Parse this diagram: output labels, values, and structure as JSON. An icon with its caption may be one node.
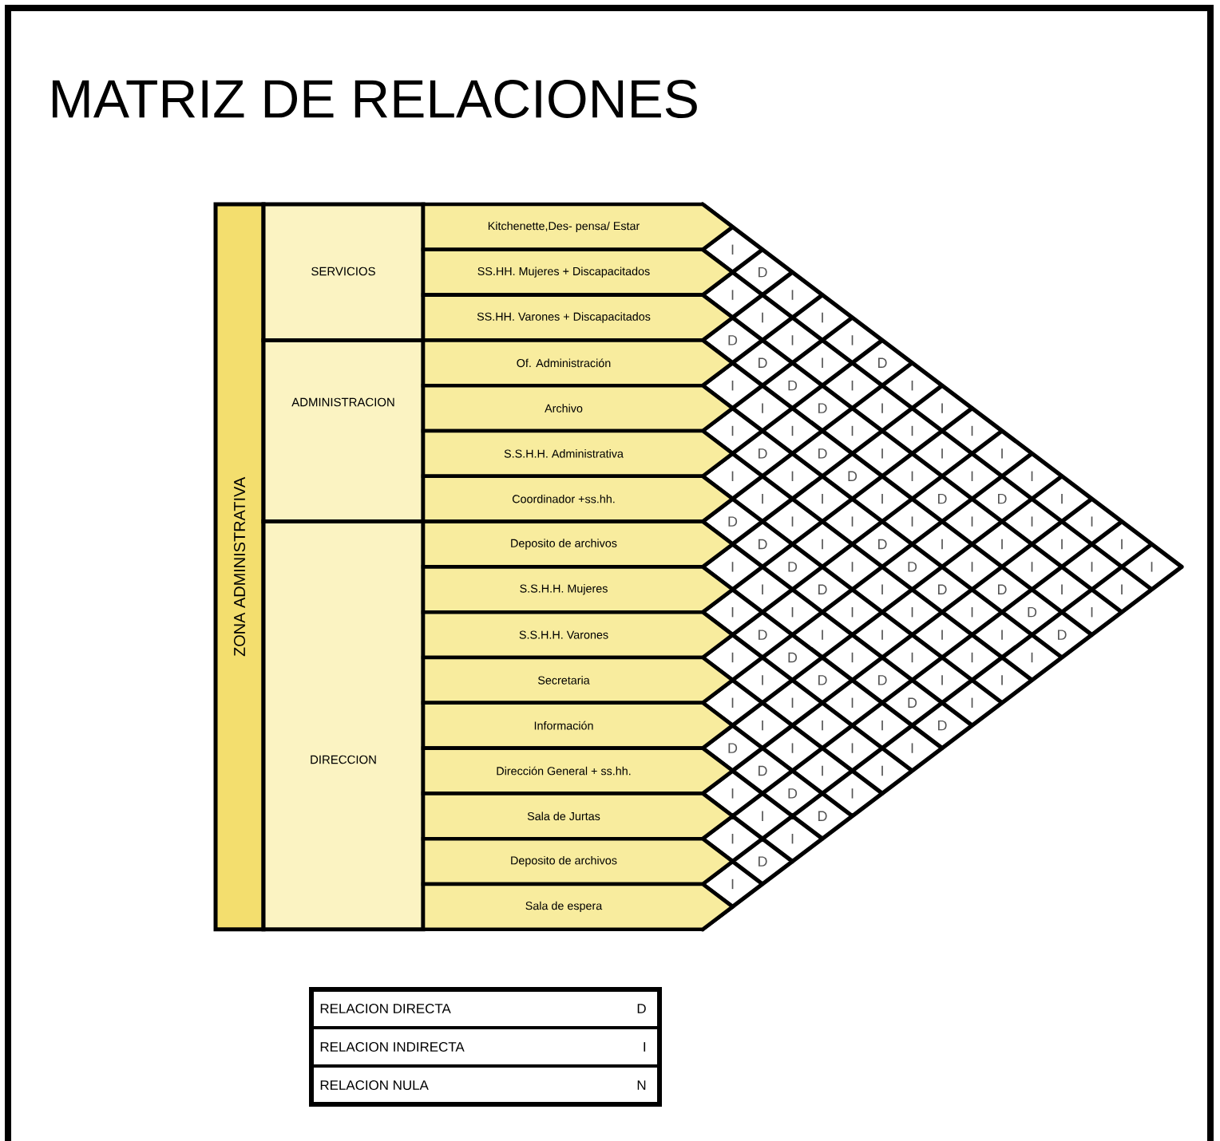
{
  "diagram": {
    "title": "MATRIZ DE RELACIONES",
    "nodes": [
      {
        "text": [
          "ZONA ADMINISTRATIVA"
        ]
      },
      {
        "text": [
          "SERVICIOS"
        ]
      },
      {
        "text": [
          "ADMINISTRACION"
        ]
      },
      {
        "text": [
          "DIRECCION"
        ]
      },
      {
        "text": [
          "Kitchenette,Des- pensa/ Estar"
        ]
      },
      {
        "text": [
          "SS.HH. Mujeres + Discapacitados"
        ]
      },
      {
        "text": [
          "SS.HH. Varones + Discapacitados"
        ]
      },
      {
        "text": [
          "Of. Administración"
        ]
      },
      {
        "text": [
          "Archivo"
        ]
      },
      {
        "text": [
          "S.S.H.H. Administrativa"
        ]
      },
      {
        "text": [
          "Coordinador +ss.hh."
        ]
      },
      {
        "text": [
          "Deposito de archivos"
        ]
      },
      {
        "text": [
          "S.S.H.H. Mujeres"
        ]
      },
      {
        "text": [
          "S.S.H.H. Varones"
        ]
      },
      {
        "text": [
          "Secretaria"
        ]
      },
      {
        "text": [
          "Información"
        ]
      },
      {
        "text": [
          "Dirección General + ss.hh."
        ]
      },
      {
        "text": [
          "Sala de Jurtas"
        ]
      },
      {
        "text": [
          "Deposito de archivos"
        ]
      },
      {
        "text": [
          "Sala de espera"
        ]
      }
    ],
    "labels": [
      "I",
      "D",
      "I",
      "I",
      "I",
      "I",
      "D",
      "I",
      "I",
      "D",
      "I",
      "D",
      "I",
      "D",
      "I",
      "I",
      "I",
      "D",
      "I",
      "I",
      "I",
      "I",
      "I",
      "I",
      "I",
      "D",
      "D",
      "I",
      "I",
      "I",
      "I",
      "I",
      "D",
      "I",
      "I",
      "I",
      "I",
      "I",
      "I",
      "D",
      "D",
      "I",
      "D",
      "I",
      "I",
      "I",
      "I",
      "I",
      "I",
      "D",
      "I",
      "D",
      "I",
      "I",
      "I",
      "I",
      "I",
      "D",
      "I",
      "D",
      "I",
      "I",
      "I",
      "I",
      "I",
      "D",
      "I",
      "D",
      "D",
      "I",
      "I",
      "I",
      "I",
      "I",
      "I",
      "I",
      "D",
      "I",
      "D",
      "I",
      "I",
      "I",
      "I",
      "D",
      "I",
      "D",
      "I",
      "I",
      "I",
      "I",
      "I",
      "D",
      "D",
      "I",
      "I",
      "I",
      "I",
      "I",
      "D",
      "I",
      "I",
      "I",
      "I",
      "D",
      "D",
      "I",
      "I",
      "I",
      "D",
      "I",
      "I",
      "I",
      "D",
      "I",
      "I",
      "D",
      "I",
      "I",
      "D",
      "I",
      "RELACION DIRECTA",
      "D",
      "RELACION INDIRECTA",
      "I",
      "RELACION NULA",
      "N"
    ]
  }
}
